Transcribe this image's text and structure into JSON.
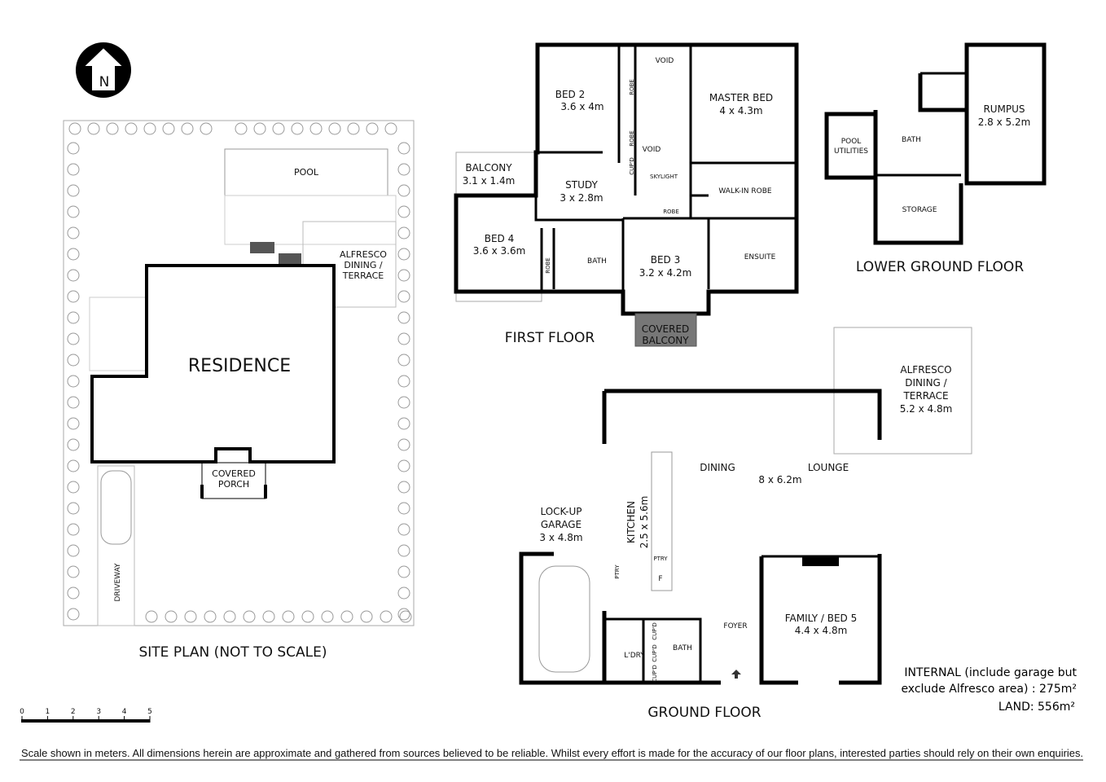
{
  "compass": {
    "label": "N",
    "icon": "north-arrow-icon"
  },
  "site_plan": {
    "title": "SITE PLAN (NOT TO SCALE)",
    "pool": "POOL",
    "alfresco": [
      "ALFRESCO",
      "DINING /",
      "TERRACE"
    ],
    "residence": "RESIDENCE",
    "porch": [
      "COVERED",
      "PORCH"
    ],
    "driveway": "DRIVEWAY"
  },
  "first_floor": {
    "title": "FIRST FLOOR",
    "bed2": {
      "name": "BED 2",
      "size": "3.6 x 4m"
    },
    "master": {
      "name": "MASTER BED",
      "size": "4 x 4.3m"
    },
    "balcony": {
      "name": "BALCONY",
      "size": "3.1 x 1.4m"
    },
    "study": {
      "name": "STUDY",
      "size": "3 x 2.8m"
    },
    "bed4": {
      "name": "BED 4",
      "size": "3.6 x 3.6m"
    },
    "bed3": {
      "name": "BED 3",
      "size": "3.2 x 4.2m"
    },
    "bath": "BATH",
    "ensuite": "ENSUITE",
    "walkin": "WALK-IN ROBE",
    "void": "VOID",
    "skylight": "SKYLIGHT",
    "robe": "ROBE",
    "cupd": "CUP'D",
    "covered_balcony": [
      "COVERED",
      "BALCONY"
    ]
  },
  "lower_ground": {
    "title": "LOWER GROUND FLOOR",
    "rumpus": {
      "name": "RUMPUS",
      "size": "2.8 x 5.2m"
    },
    "pool_utilities": [
      "POOL",
      "UTILITIES"
    ],
    "bath": "BATH",
    "storage": "STORAGE"
  },
  "ground_floor": {
    "title": "GROUND FLOOR",
    "alfresco": {
      "lines": [
        "ALFRESCO",
        "DINING /",
        "TERRACE"
      ],
      "size": "5.2 x 4.8m"
    },
    "dining": "DINING",
    "lounge": "LOUNGE",
    "living_size": "8 x 6.2m",
    "kitchen": {
      "name": "KITCHEN",
      "size": "2.5 x 5.6m"
    },
    "garage": {
      "lines": [
        "LOCK-UP",
        "GARAGE"
      ],
      "size": "3 x 4.8m"
    },
    "ptry": "PTRY",
    "fridge": "F",
    "family": {
      "name": "FAMILY / BED 5",
      "size": "4.4 x 4.8m"
    },
    "foyer": "FOYER",
    "laundry": "L'DRY",
    "bath": "BATH",
    "cupd": "CUP'D"
  },
  "areas": {
    "internal_line1": "INTERNAL (include garage but",
    "internal_line2": "exclude Alfresco area) :  275m²",
    "land": "LAND:  556m²"
  },
  "scale_bar": {
    "ticks": [
      "0",
      "1",
      "2",
      "3",
      "4",
      "5"
    ],
    "unit": "meters"
  },
  "disclaimer": "Scale shown in meters. All dimensions herein are approximate and gathered from sources believed to be  reliable. Whilst every effort is made for the accuracy of our floor plans, interested parties should rely on their own enquiries."
}
